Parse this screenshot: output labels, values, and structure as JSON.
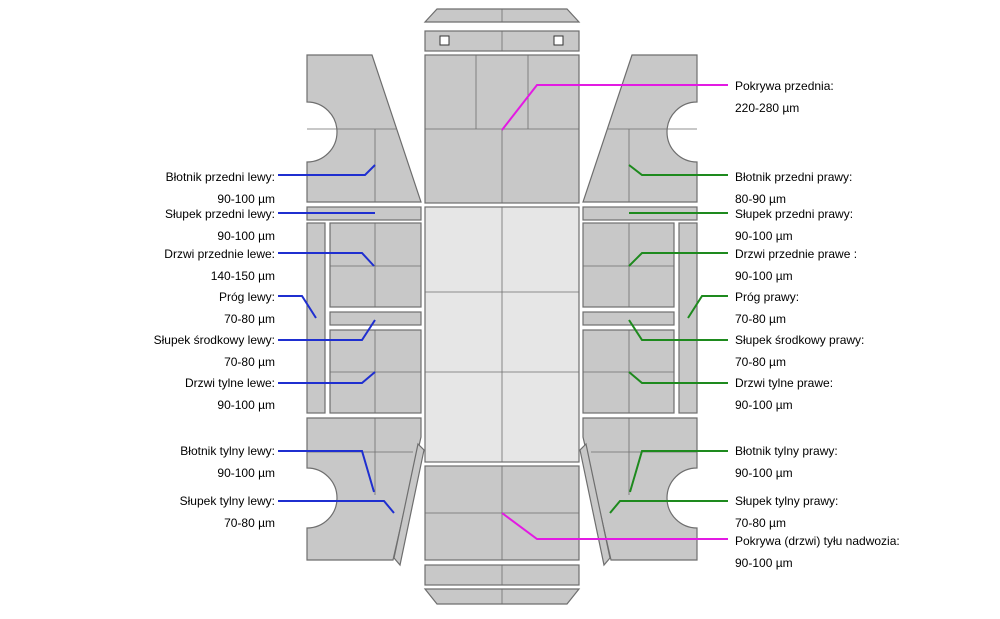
{
  "colors": {
    "panel_fill": "#c8c8c8",
    "panel_fill_light": "#e6e6e6",
    "panel_stroke": "#6e6e6e",
    "left_leader": "#1f2fd0",
    "right_leader": "#1e8a1e",
    "center_leader": "#e31ae3"
  },
  "labels": {
    "left": [
      {
        "name": "Błotnik przedni lewy:",
        "value": "90-100 µm"
      },
      {
        "name": "Słupek przedni lewy:",
        "value": "90-100 µm"
      },
      {
        "name": "Drzwi przednie lewe:",
        "value": "140-150 µm"
      },
      {
        "name": "Próg lewy:",
        "value": "70-80 µm"
      },
      {
        "name": "Słupek środkowy lewy:",
        "value": "70-80 µm"
      },
      {
        "name": "Drzwi tylne lewe:",
        "value": "90-100 µm"
      },
      {
        "name": "Błotnik tylny lewy:",
        "value": "90-100 µm"
      },
      {
        "name": "Słupek tylny lewy:",
        "value": "70-80 µm"
      }
    ],
    "right": [
      {
        "name": "Pokrywa przednia:",
        "value": "220-280 µm"
      },
      {
        "name": "Błotnik przedni prawy:",
        "value": "80-90 µm"
      },
      {
        "name": "Słupek przedni prawy:",
        "value": "90-100 µm"
      },
      {
        "name": "Drzwi przednie prawe :",
        "value": "90-100 µm"
      },
      {
        "name": "Próg prawy:",
        "value": "70-80 µm"
      },
      {
        "name": "Słupek środkowy prawy:",
        "value": "70-80 µm"
      },
      {
        "name": "Drzwi tylne prawe:",
        "value": "90-100 µm"
      },
      {
        "name": "Błotnik tylny prawy:",
        "value": "90-100 µm"
      },
      {
        "name": "Słupek tylny prawy:",
        "value": "70-80 µm"
      },
      {
        "name": "Pokrywa (drzwi) tyłu nadwozia:",
        "value": "90-100 µm"
      }
    ]
  }
}
